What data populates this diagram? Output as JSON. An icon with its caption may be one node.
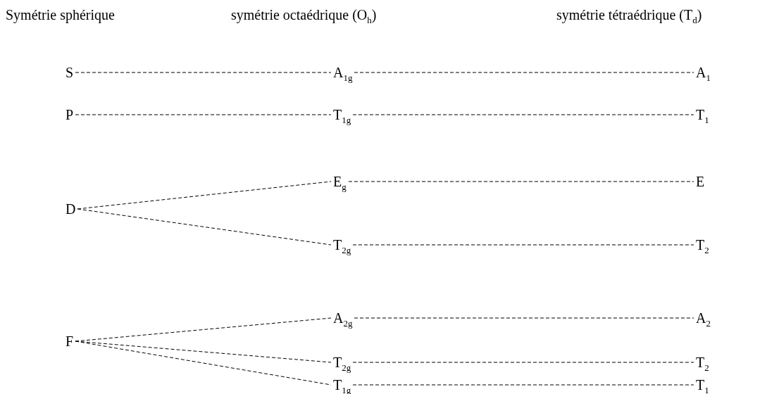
{
  "diagram": {
    "nodes": [
      {
        "text": [
          "S"
        ]
      },
      {
        "text": [
          "A$_{1g}$"
        ]
      },
      {
        "text": [
          "A$_{1}$"
        ]
      },
      {
        "text": [
          "P"
        ]
      },
      {
        "text": [
          "T$_{1g}$"
        ]
      },
      {
        "text": [
          "T$_{1}$"
        ]
      },
      {
        "text": [
          "D"
        ]
      },
      {
        "text": [
          "E$_{g}$"
        ]
      },
      {
        "text": [
          "E"
        ]
      },
      {
        "text": [
          "T$_{2g}$"
        ]
      },
      {
        "text": [
          "T$_{2}$"
        ]
      },
      {
        "text": [
          "F"
        ]
      },
      {
        "text": [
          "A$_{2g}$"
        ]
      },
      {
        "text": [
          "A$_{2}$"
        ]
      },
      {
        "text": [
          "T$_{2g}$"
        ]
      },
      {
        "text": [
          "T$_{2}$"
        ]
      },
      {
        "text": [
          "T$_{1g}$"
        ]
      },
      {
        "text": [
          "T$_{1}$"
        ]
      }
    ],
    "edges": [
      {
        "from": 0,
        "to": 1,
        "arrow": "none",
        "style": "dashed"
      },
      {
        "from": 1,
        "to": 2,
        "arrow": "none",
        "style": "dashed"
      },
      {
        "from": 3,
        "to": 4,
        "arrow": "none",
        "style": "dashed"
      },
      {
        "from": 4,
        "to": 5,
        "arrow": "none",
        "style": "dashed"
      },
      {
        "from": 6,
        "to": 7,
        "arrow": "none",
        "style": "dashed"
      },
      {
        "from": 6,
        "to": 9,
        "arrow": "none",
        "style": "dashed"
      },
      {
        "from": 7,
        "to": 8,
        "arrow": "none",
        "style": "dashed"
      },
      {
        "from": 9,
        "to": 10,
        "arrow": "none",
        "style": "dashed"
      },
      {
        "from": 11,
        "to": 12,
        "arrow": "none",
        "style": "dashed"
      },
      {
        "from": 11,
        "to": 14,
        "arrow": "none",
        "style": "dashed"
      },
      {
        "from": 11,
        "to": 16,
        "arrow": "none",
        "style": "dashed"
      },
      {
        "from": 12,
        "to": 13,
        "arrow": "none",
        "style": "dashed"
      },
      {
        "from": 14,
        "to": 15,
        "arrow": "none",
        "style": "dashed"
      },
      {
        "from": 16,
        "to": 17,
        "arrow": "none",
        "style": "dashed"
      }
    ],
    "labels": [
      "Symétrie sphérique",
      "symétrie octaédrique (O$_{h}$)",
      "symétrie tétraédrique (T$_{d}$)"
    ]
  }
}
